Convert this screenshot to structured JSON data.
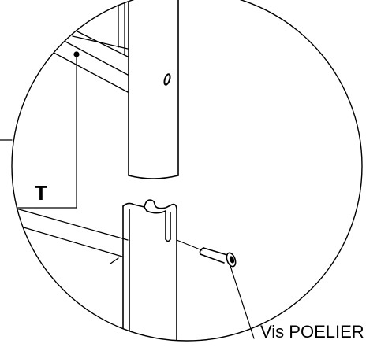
{
  "diagram": {
    "part_label": "T",
    "screw_label": "Vis POELIER"
  },
  "colors": {
    "line": "#000000",
    "background": "#ffffff"
  },
  "icons": [
    "detail-circle",
    "upper-tube",
    "lower-tube",
    "screw"
  ]
}
